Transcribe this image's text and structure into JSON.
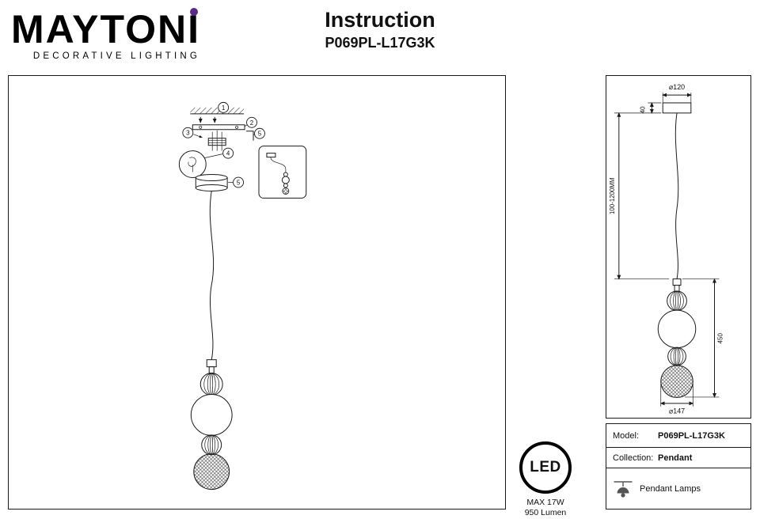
{
  "colors": {
    "accent_purple": "#5c2a83",
    "line_ink": "#1a1a1a"
  },
  "header": {
    "brand": "MAYTONI",
    "brand_tagline": "DECORATIVE LIGHTING",
    "title": "Instruction",
    "model": "P069PL-L17G3K"
  },
  "installation": {
    "callouts": [
      "1",
      "2",
      "3",
      "4",
      "5"
    ]
  },
  "led_badge": {
    "label": "LED",
    "max_power": "MAX 17W",
    "luminous_flux": "950 Lumen"
  },
  "dimensions": {
    "canopy_diameter": "⌀120",
    "canopy_height": "40",
    "suspension_length": "100-1200MM",
    "fixture_height": "450",
    "fixture_diameter": "⌀147"
  },
  "spec_table": {
    "model_label": "Model:",
    "model_value": "P069PL-L17G3K",
    "collection_label": "Collection:",
    "collection_value": "Pendant",
    "category_value": "Pendant Lamps"
  }
}
